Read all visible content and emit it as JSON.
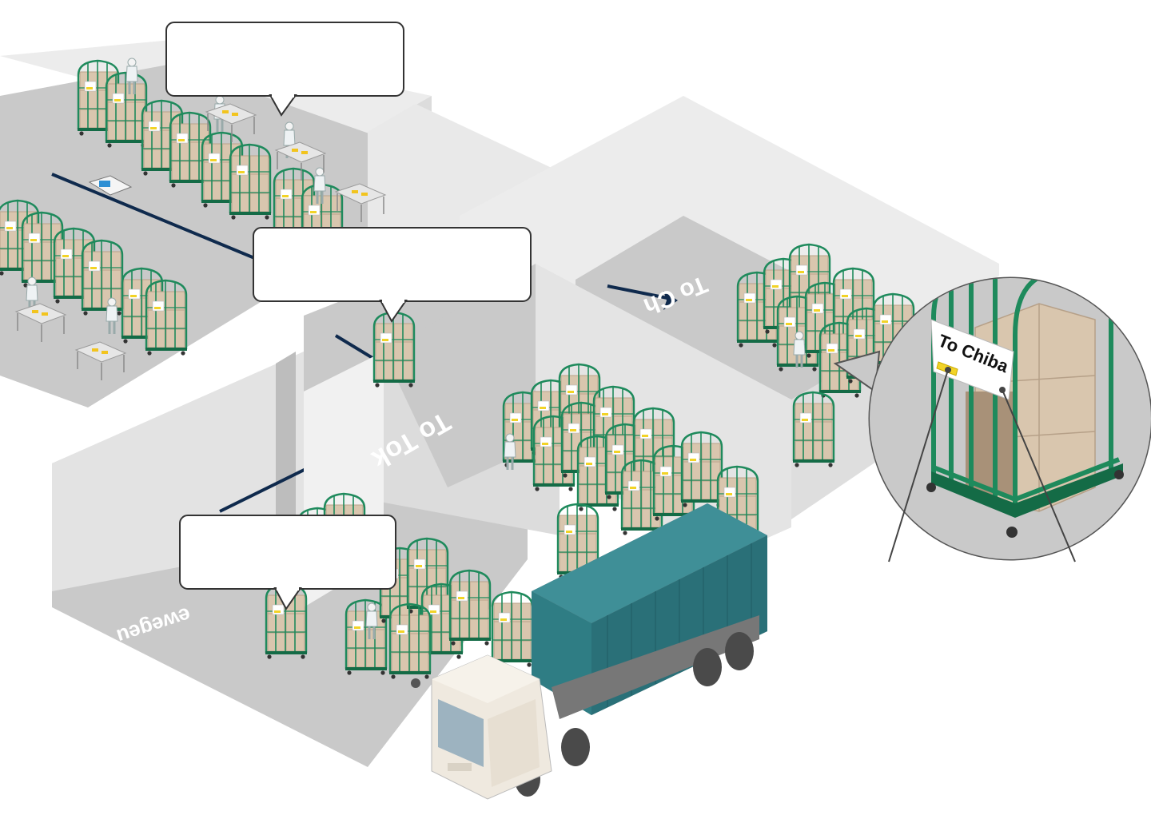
{
  "floor_labels": {
    "to_tokyo": "To Tok",
    "to_chiba_floor": "To Ch",
    "kanagawa_floor": "ewegeu"
  },
  "zoom": {
    "label": "To Chiba"
  },
  "callouts": [
    {
      "id": "top",
      "text": ""
    },
    {
      "id": "middle",
      "text": ""
    },
    {
      "id": "bottom",
      "text": ""
    }
  ],
  "colors": {
    "cage": "#1e8a5c",
    "cage_dark": "#146b46",
    "box": "#d9c6ae",
    "floor": "#c9c9c9",
    "wall": "#ececec",
    "line": "#0f2a4d",
    "container": "#2f7d84",
    "tag": "#f2d327"
  }
}
